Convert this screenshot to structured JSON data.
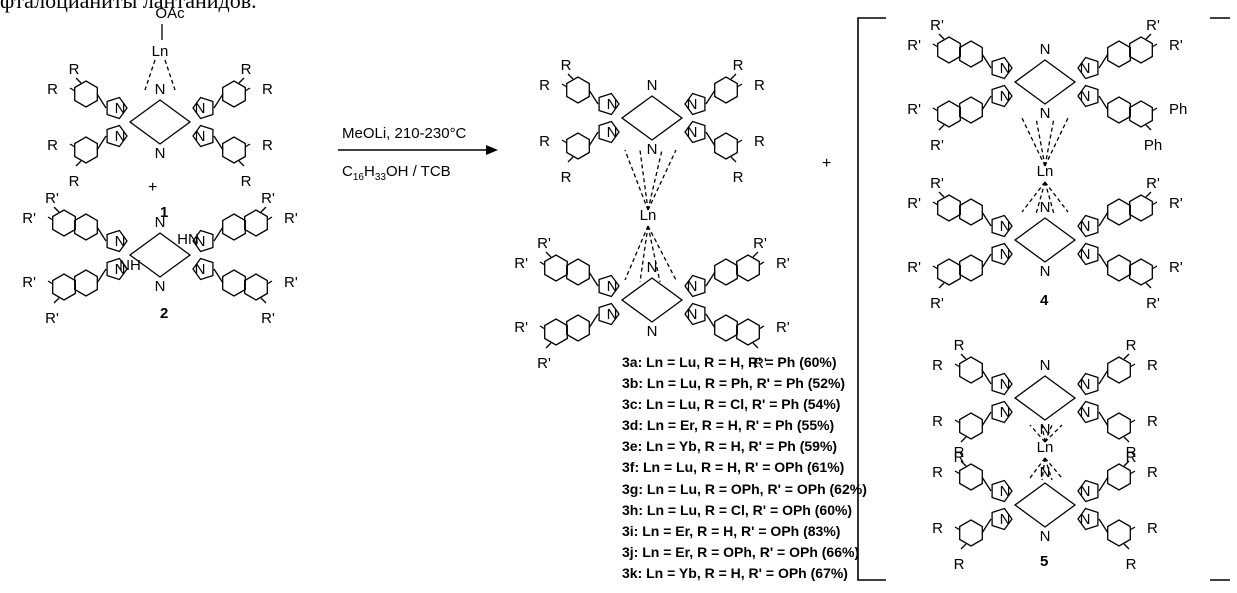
{
  "header_text": "фталоцианиты лантанидов.",
  "compounds": {
    "c1": {
      "label": "1",
      "metal": "Ln",
      "axial": "OAc",
      "substituent": "R"
    },
    "c2": {
      "label": "2",
      "substituent": "R'",
      "nh": "NH",
      "hn": "HN"
    },
    "c3": {
      "metal": "Ln",
      "top_sub": "R",
      "bottom_sub": "R'"
    },
    "c4": {
      "label": "4",
      "metal": "Ln",
      "sub": "R'",
      "ph": "Ph"
    },
    "c5": {
      "label": "5",
      "metal": "Ln",
      "sub": "R"
    }
  },
  "arrow": {
    "above": "MeOLi, 210-230°C",
    "below_parts": [
      "C",
      "16",
      "H",
      "33",
      "OH / TCB"
    ]
  },
  "plus_sign": "+",
  "nitrogen": "N",
  "products_3": [
    "3a: Ln = Lu, R = H, R' = Ph   (60%)",
    "3b: Ln = Lu, R = Ph, R' = Ph  (52%)",
    "3c: Ln = Lu, R = Cl, R' = Ph  (54%)",
    "3d: Ln = Er, R = H, R' = Ph  (55%)",
    "3e: Ln = Yb, R = H, R' = Ph  (59%)",
    "3f: Ln = Lu, R = H, R' = OPh    (61%)",
    "3g: Ln = Lu, R = OPh, R' = OPh  (62%)",
    "3h:  Ln = Lu, R = Cl, R' = OPh  (60%)",
    "3i: Ln = Er, R = H, R' = OPh  (83%)",
    "3j: Ln = Er, R = OPh, R' = OPh  (66%)",
    "3k: Ln = Yb, R = H, R' = OPh  (67%)"
  ]
}
